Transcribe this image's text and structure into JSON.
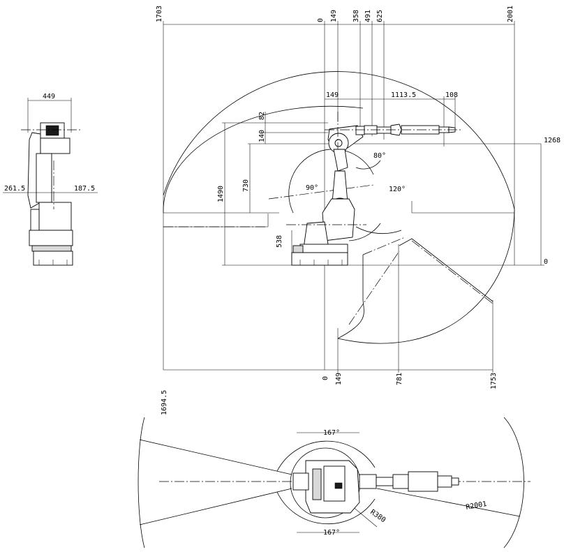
{
  "side_view": {
    "width_dim": "449",
    "left_dim": "261.5",
    "right_dim": "187.5"
  },
  "front_view": {
    "top_dims": [
      "1703",
      "0",
      "149",
      "358",
      "491",
      "625",
      "2001"
    ],
    "arm_dims": {
      "offset": "149",
      "length": "1113.5",
      "tool": "108"
    },
    "left_dims": {
      "d82": "82",
      "d140": "140",
      "d1490": "1490",
      "d730": "730",
      "d538": "538"
    },
    "right_dims": {
      "top": "1268",
      "zero": "0"
    },
    "angles": {
      "a80": "80°",
      "a90": "90°",
      "a120": "120°"
    },
    "bottom_dims": [
      "1694.5",
      "0",
      "149",
      "781",
      "1753"
    ]
  },
  "top_view": {
    "angle_top": "167°",
    "angle_bottom": "167°",
    "radius_inner": "R380",
    "radius_outer": "R2001"
  }
}
